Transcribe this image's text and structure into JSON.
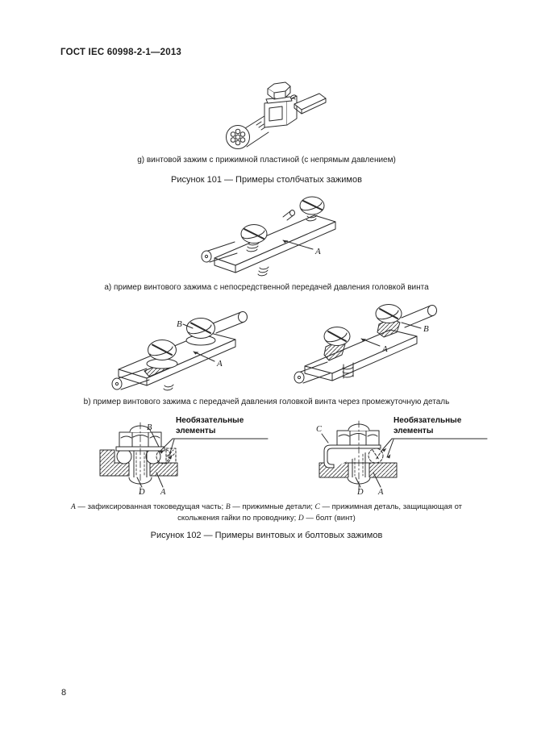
{
  "page": {
    "header": "ГОСТ IEC 60998-2-1—2013",
    "page_number": "8"
  },
  "figure101": {
    "item_g_caption": "g) винтовой зажим с прижимной пластиной (с непрямым давлением)",
    "title": "Рисунок 101 — Примеры столбчатых зажимов"
  },
  "figure102": {
    "item_a_caption": "a) пример винтового зажима с непосредственной передачей давления головкой винта",
    "item_b_caption": "b) пример винтового зажима с передачей давления головкой винта через промежуточную деталь",
    "optional_elements_label": "Необязательные элементы",
    "part_labels": {
      "A": "A",
      "B": "B",
      "C": "C",
      "D": "D"
    },
    "legend_line1": [
      {
        "t": "A",
        "i": true
      },
      {
        "t": " — зафиксированная токоведущая часть; ",
        "i": false
      },
      {
        "t": "B",
        "i": true
      },
      {
        "t": " — прижимные детали; ",
        "i": false
      },
      {
        "t": "C",
        "i": true
      },
      {
        "t": " — прижимная деталь, защищающая от",
        "i": false
      }
    ],
    "legend_line2": [
      {
        "t": "скольжения гайки по проводнику; ",
        "i": false
      },
      {
        "t": "D",
        "i": true
      },
      {
        "t": " — болт (винт)",
        "i": false
      }
    ],
    "title": "Рисунок 102 — Примеры винтовых и болтовых зажимов"
  }
}
